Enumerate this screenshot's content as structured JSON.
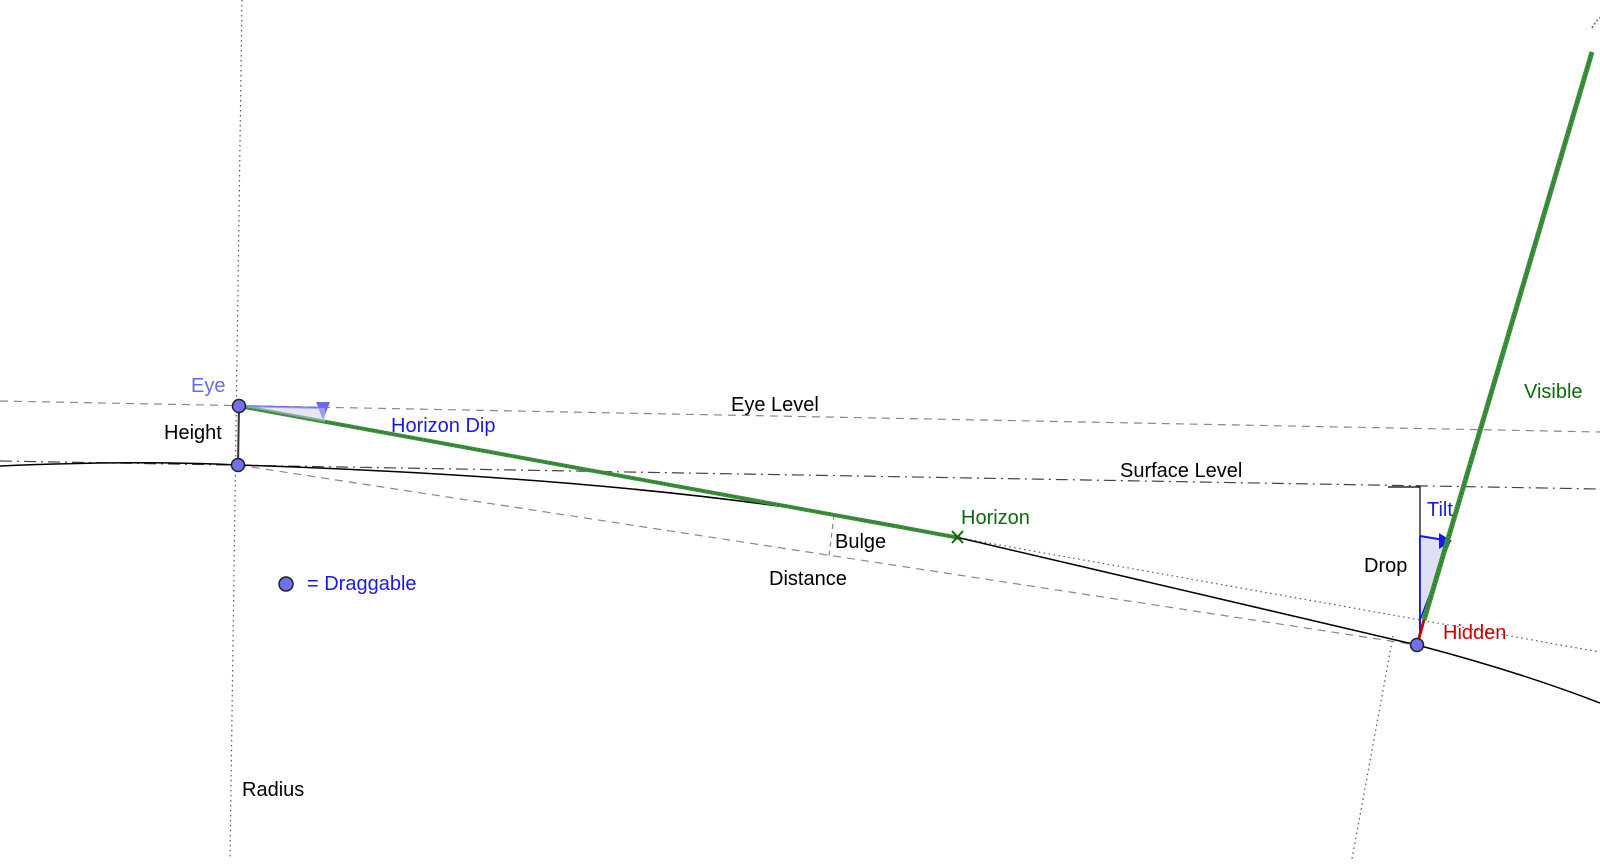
{
  "labels": {
    "eye": "Eye",
    "height": "Height",
    "horizon_dip": "Horizon Dip",
    "eye_level": "Eye Level",
    "surface_level": "Surface Level",
    "bulge": "Bulge",
    "distance": "Distance",
    "horizon": "Horizon",
    "drop": "Drop",
    "tilt": "Tilt",
    "hidden": "Hidden",
    "visible": "Visible",
    "radius": "Radius",
    "draggable_legend": "= Draggable"
  },
  "colors": {
    "draggable_point": "#7070f0",
    "horizon_line": "#3b8f3b",
    "visible_object": "#3b8f3b",
    "hidden_segment": "#cc0000",
    "angle_marker": "#1a1ae6",
    "construction": "#888888"
  }
}
